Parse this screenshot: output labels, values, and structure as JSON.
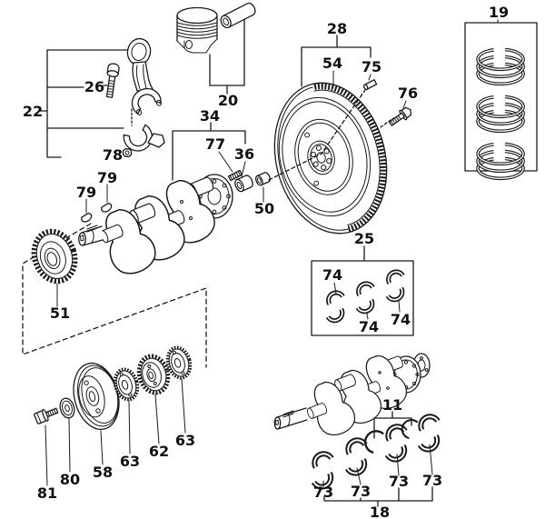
{
  "colors": {
    "line": "#1a1a1a",
    "label": "#111111",
    "background": "#ffffff"
  },
  "callouts": [
    {
      "ref": "22"
    },
    {
      "ref": "26"
    },
    {
      "ref": "78"
    },
    {
      "ref": "79"
    },
    {
      "ref": "79"
    },
    {
      "ref": "20"
    },
    {
      "ref": "34"
    },
    {
      "ref": "77"
    },
    {
      "ref": "36"
    },
    {
      "ref": "50"
    },
    {
      "ref": "28"
    },
    {
      "ref": "54"
    },
    {
      "ref": "75"
    },
    {
      "ref": "76"
    },
    {
      "ref": "19"
    },
    {
      "ref": "25"
    },
    {
      "ref": "74"
    },
    {
      "ref": "74"
    },
    {
      "ref": "74"
    },
    {
      "ref": "51"
    },
    {
      "ref": "81"
    },
    {
      "ref": "80"
    },
    {
      "ref": "58"
    },
    {
      "ref": "63"
    },
    {
      "ref": "62"
    },
    {
      "ref": "63"
    },
    {
      "ref": "11"
    },
    {
      "ref": "73"
    },
    {
      "ref": "73"
    },
    {
      "ref": "73"
    },
    {
      "ref": "73"
    },
    {
      "ref": "18"
    }
  ]
}
